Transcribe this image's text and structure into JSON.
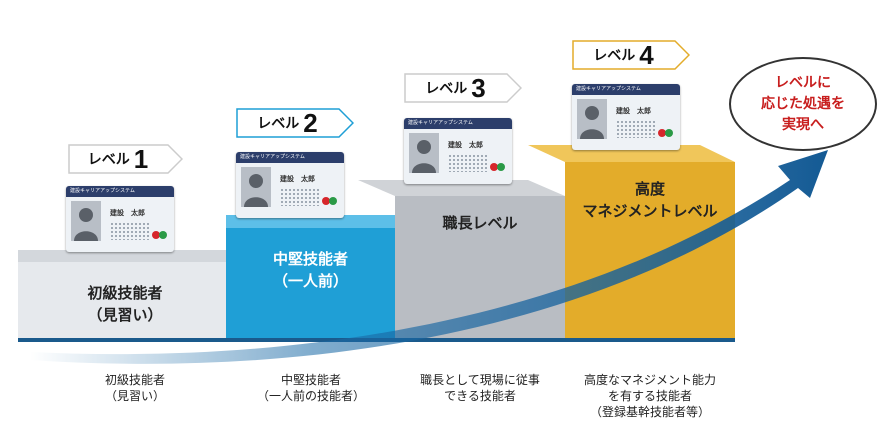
{
  "callout": {
    "text": "レベルに\n応じた処遇を\n実現へ"
  },
  "card": {
    "header_text": "建設キャリアアップシステム",
    "holder_name": "建設　太郎"
  },
  "steps": [
    {
      "level_word": "レベル",
      "level_num": "1",
      "step_label": "初級技能者\n（見習い）",
      "caption": "初級技能者\n（見習い）",
      "color": "#e6e9ed"
    },
    {
      "level_word": "レベル",
      "level_num": "2",
      "step_label": "中堅技能者\n（一人前）",
      "caption": "中堅技能者\n（一人前の技能者）",
      "color": "#1f9fd6"
    },
    {
      "level_word": "レベル",
      "level_num": "3",
      "step_label": "職長レベル",
      "caption": "職長として現場に従事\nできる技能者",
      "color": "#b9bdc3"
    },
    {
      "level_word": "レベル",
      "level_num": "4",
      "step_label": "高度\nマネジメントレベル",
      "caption": "高度なマネジメント能力\nを有する技能者\n（登録基幹技能者等）",
      "color": "#e3ac2a"
    }
  ],
  "colors": {
    "level_tag_border_1": "#1f9fd6",
    "level_tag_border_4": "#e3ac2a",
    "arrow": "#1a6aa6",
    "callout_text": "#c81e1e"
  }
}
